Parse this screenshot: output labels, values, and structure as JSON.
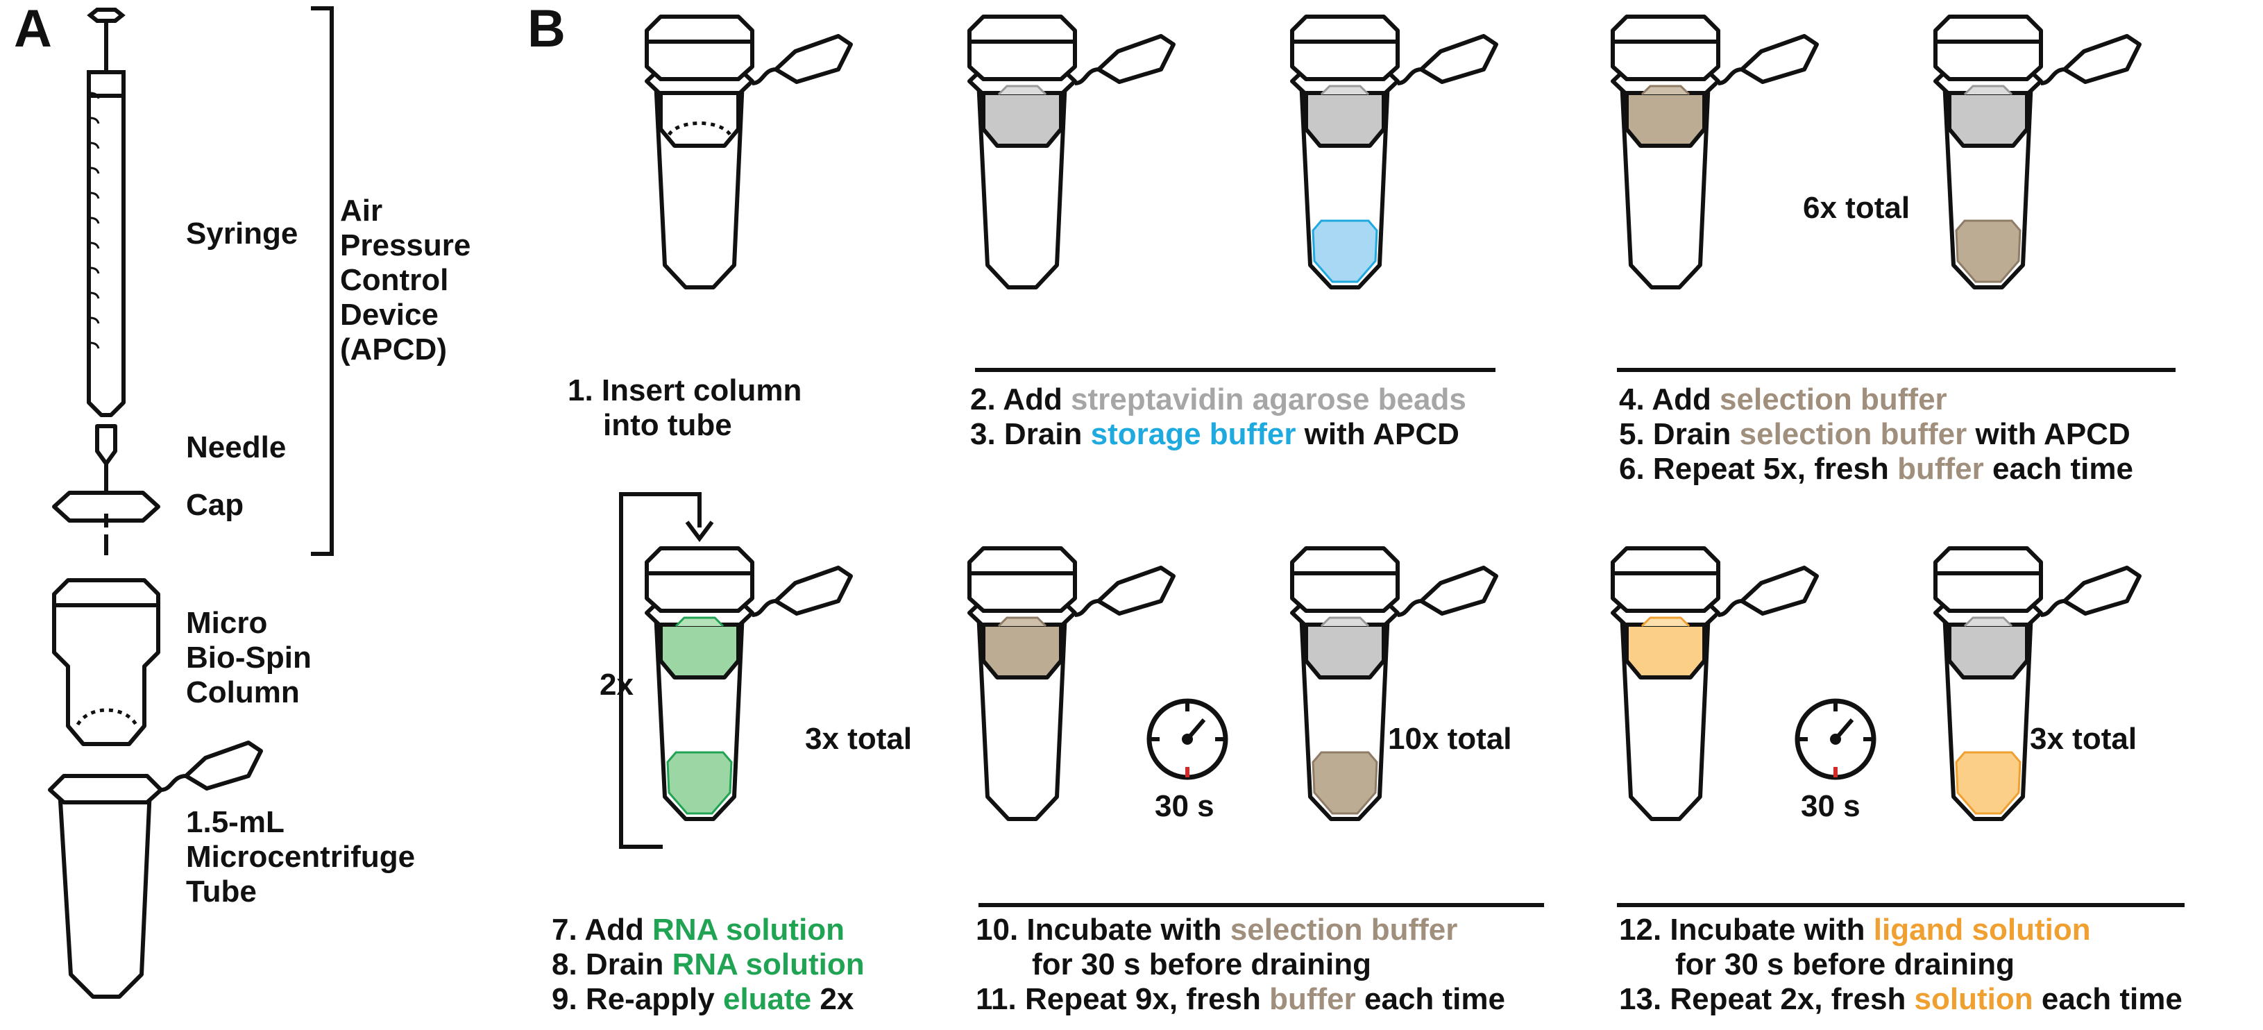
{
  "panels": {
    "a": "A",
    "b": "B"
  },
  "parts": {
    "syringe": "Syringe",
    "needle": "Needle",
    "cap": "Cap",
    "apcd": [
      "Air",
      "Pressure",
      "Control",
      "Device",
      "(APCD)"
    ],
    "column": [
      "Micro",
      "Bio-Spin",
      "Column"
    ],
    "tube": [
      "1.5-mL",
      "Microcentrifuge",
      "Tube"
    ]
  },
  "steps": {
    "s1": [
      "1. Insert column",
      "into tube"
    ],
    "s2": {
      "pre": "2. Add ",
      "hl": "streptavidin agarose beads"
    },
    "s3": {
      "pre": "3. Drain ",
      "hl": "storage buffer",
      "post": " with APCD"
    },
    "s4": {
      "pre": "4. Add ",
      "hl": "selection buffer"
    },
    "s5": {
      "pre": "5. Drain ",
      "hl": "selection buffer",
      "post": " with APCD"
    },
    "s6": {
      "pre": "6. Repeat 5x, fresh ",
      "hl": "buffer",
      "post": " each time"
    },
    "s7": {
      "pre": "7. Add ",
      "hl": "RNA solution"
    },
    "s8": {
      "pre": "8. Drain ",
      "hl": "RNA solution"
    },
    "s9": {
      "pre": "9. Re-apply ",
      "hl": "eluate",
      "post": " 2x"
    },
    "s10": {
      "pre": "10. Incubate with ",
      "hl": "selection buffer",
      "line2": "for 30 s before draining"
    },
    "s11": {
      "pre": "11. Repeat 9x, fresh ",
      "hl": "buffer",
      "post": " each time"
    },
    "s12": {
      "pre": "12. Incubate with ",
      "hl": "ligand solution",
      "line2": "for 30 s before draining"
    },
    "s13": {
      "pre": "13. Repeat 2x, fresh ",
      "hl": "solution",
      "post": " each time"
    }
  },
  "annotations": {
    "six_total": "6x total",
    "three_total_rna": "3x total",
    "ten_total": "10x total",
    "three_total_ligand": "3x total",
    "loop": "2x",
    "timer1": "30 s",
    "timer2": "30 s"
  },
  "colors": {
    "beads": "#c8c8c8",
    "storage_buffer": "#a8d8f4",
    "selection_buffer": "#bcac94",
    "rna_solution": "#9bd6a4",
    "ligand_solution": "#fbcf88",
    "timer_hand": "#d12a2a"
  }
}
